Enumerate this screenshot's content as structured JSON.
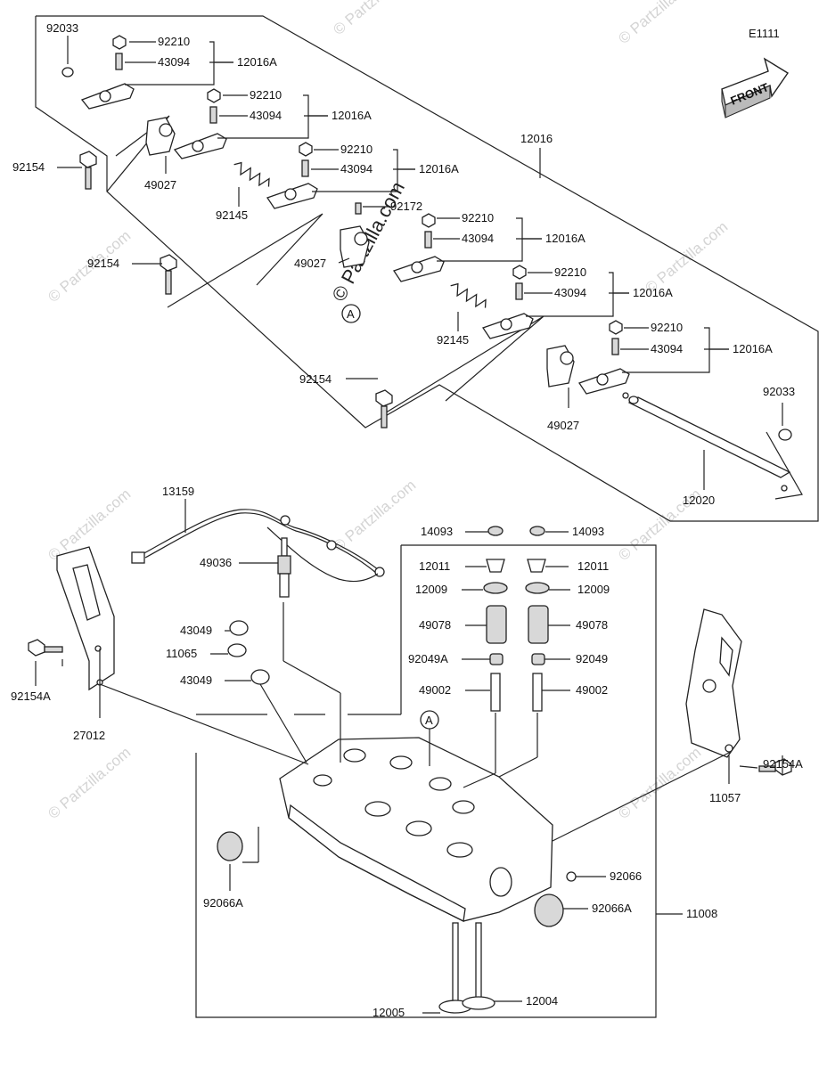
{
  "diagram_code": "E1111",
  "front_label": "FRONT",
  "watermark": "© Partzilla.com",
  "callout_a": "A",
  "labels": {
    "p92033_top": "92033",
    "p92210_1": "92210",
    "p43094_1": "43094",
    "p12016A_1": "12016A",
    "p92210_2": "92210",
    "p43094_2": "43094",
    "p12016A_2": "12016A",
    "p92210_3": "92210",
    "p43094_3": "43094",
    "p12016A_3": "12016A",
    "p12016": "12016",
    "p92154_1": "92154",
    "p49027_1": "49027",
    "p92145_1": "92145",
    "p92172": "92172",
    "p92210_4": "92210",
    "p43094_4": "43094",
    "p12016A_4": "12016A",
    "p92154_2": "92154",
    "p49027_2": "49027",
    "p92210_5": "92210",
    "p43094_5": "43094",
    "p12016A_5": "12016A",
    "p92145_2": "92145",
    "p92210_6": "92210",
    "p43094_6": "43094",
    "p12016A_6": "12016A",
    "p92154_3": "92154",
    "p49027_3": "49027",
    "p92033_right": "92033",
    "p12020": "12020",
    "p13159": "13159",
    "p49036": "49036",
    "p14093_l": "14093",
    "p14093_r": "14093",
    "p12011_l": "12011",
    "p12011_r": "12011",
    "p12009_l": "12009",
    "p12009_r": "12009",
    "p49078_l": "49078",
    "p49078_r": "49078",
    "p92049A": "92049A",
    "p92049": "92049",
    "p49002_l": "49002",
    "p49002_r": "49002",
    "p43049_1": "43049",
    "p11065": "11065",
    "p43049_2": "43049",
    "p92154A_l": "92154A",
    "p27012": "27012",
    "p92154A_r": "92154A",
    "p11057": "11057",
    "p92066": "92066",
    "p92066A_r": "92066A",
    "p92066A_l": "92066A",
    "p11008": "11008",
    "p12005": "12005",
    "p12004": "12004"
  },
  "icons": [
    "front-arrow-icon",
    "bolt-icon",
    "nut-icon",
    "spring-icon",
    "rocker-arm-icon",
    "cylinder-head-icon"
  ]
}
